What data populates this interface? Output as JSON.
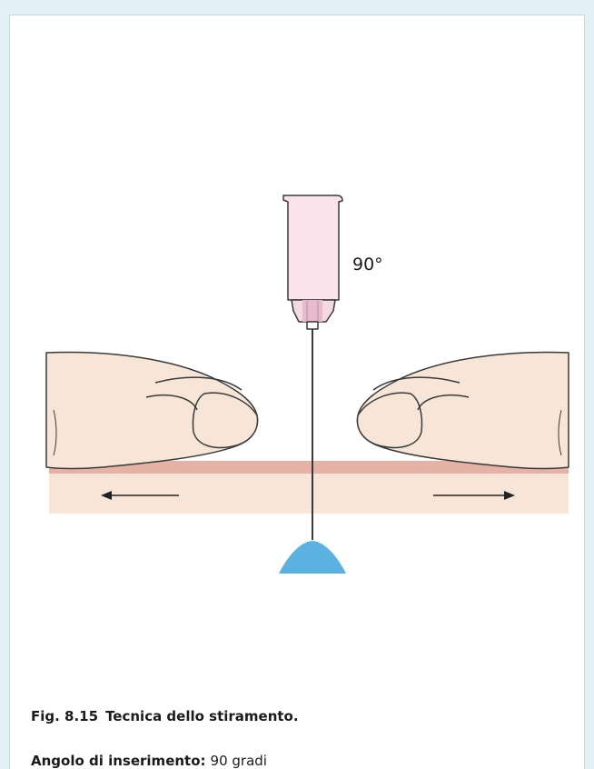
{
  "figure": {
    "angle_label": "90°",
    "caption_number": "Fig. 8.15",
    "caption_title": "Tecnica dello stiramento."
  },
  "info": {
    "label": "Angolo di inserimento:",
    "value": "90 gradi"
  },
  "colors": {
    "background": "#e3f1f6",
    "skin": "#f7e6d8",
    "skin_surface": "#e6b2a6",
    "needle_hub": "#f8e4ea",
    "fluid": "#5bb2e0",
    "outline": "#3a3a3a"
  },
  "icons": [
    "left-arrow-icon",
    "right-arrow-icon"
  ]
}
